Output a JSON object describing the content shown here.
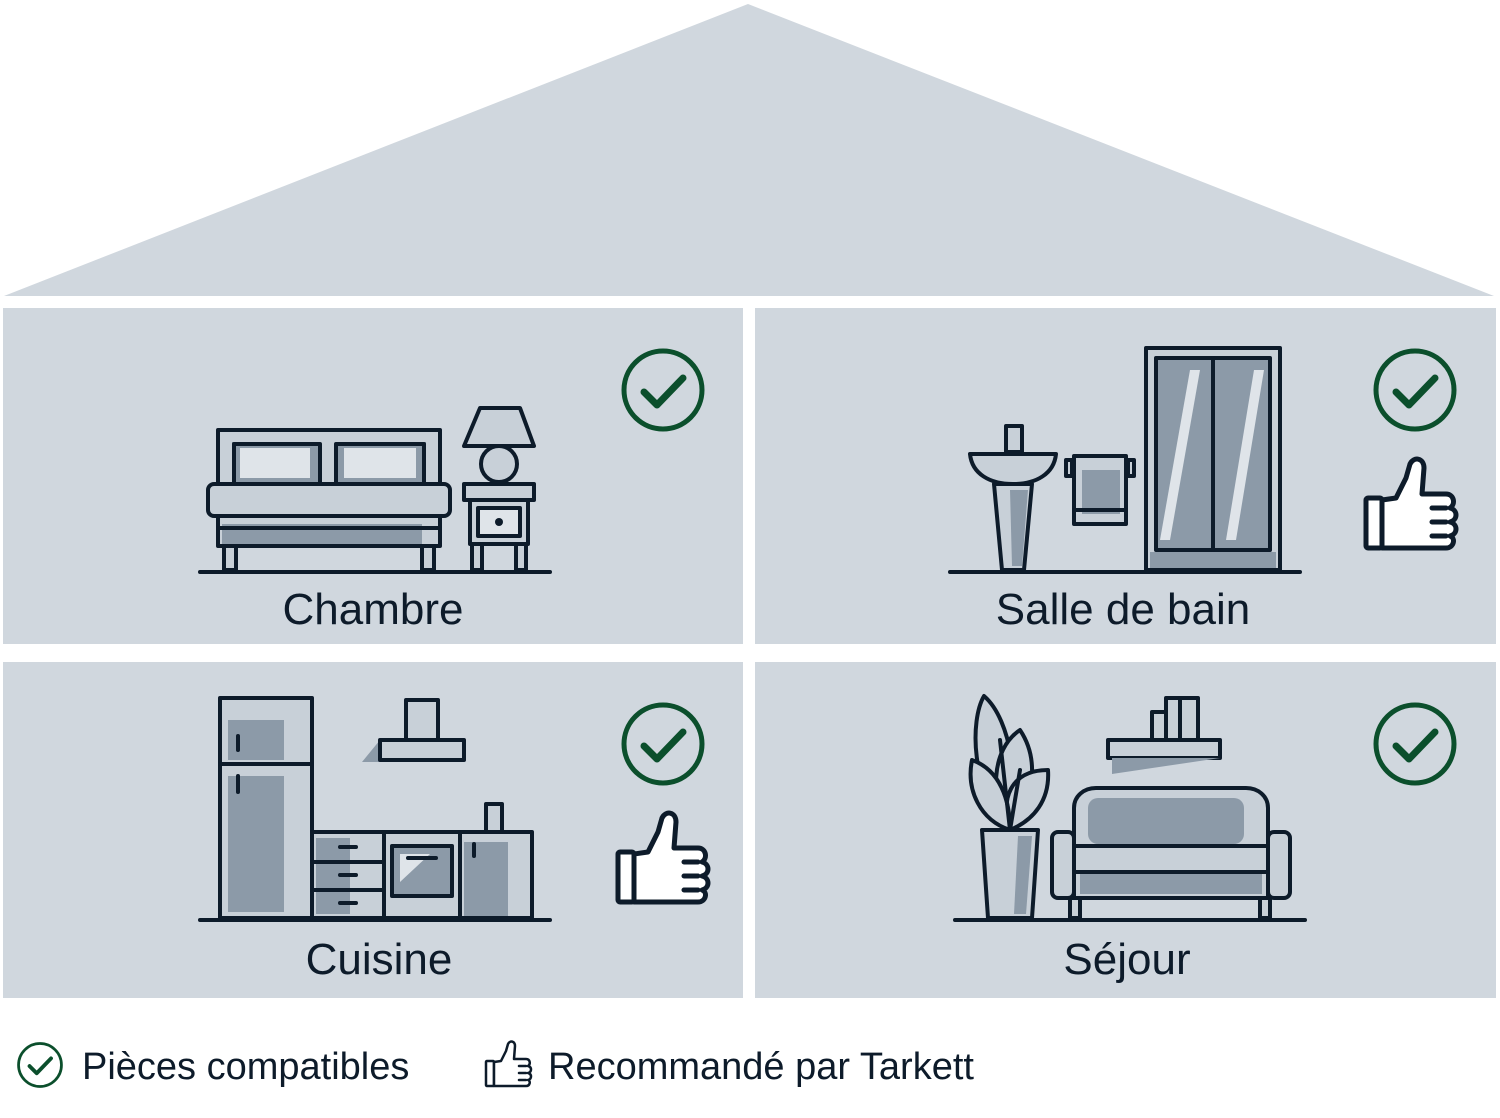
{
  "colors": {
    "panel": "#d0d7de",
    "ink": "#0d1b2a",
    "check": "#0b4f2c",
    "shade": "#8c9aa8"
  },
  "rooms": {
    "chambre": {
      "label": "Chambre",
      "compatible": true,
      "recommended": false,
      "icon": "bedroom-icon"
    },
    "salle_de_bain": {
      "label": "Salle de bain",
      "compatible": true,
      "recommended": true,
      "icon": "bathroom-icon"
    },
    "cuisine": {
      "label": "Cuisine",
      "compatible": true,
      "recommended": true,
      "icon": "kitchen-icon"
    },
    "sejour": {
      "label": "Séjour",
      "compatible": true,
      "recommended": false,
      "icon": "living-room-icon"
    }
  },
  "legend": {
    "compatible_label": "Pièces compatibles",
    "compatible_icon": "check-circle-icon",
    "recommended_label": "Recommandé par Tarkett",
    "recommended_icon": "thumbs-up-icon"
  }
}
